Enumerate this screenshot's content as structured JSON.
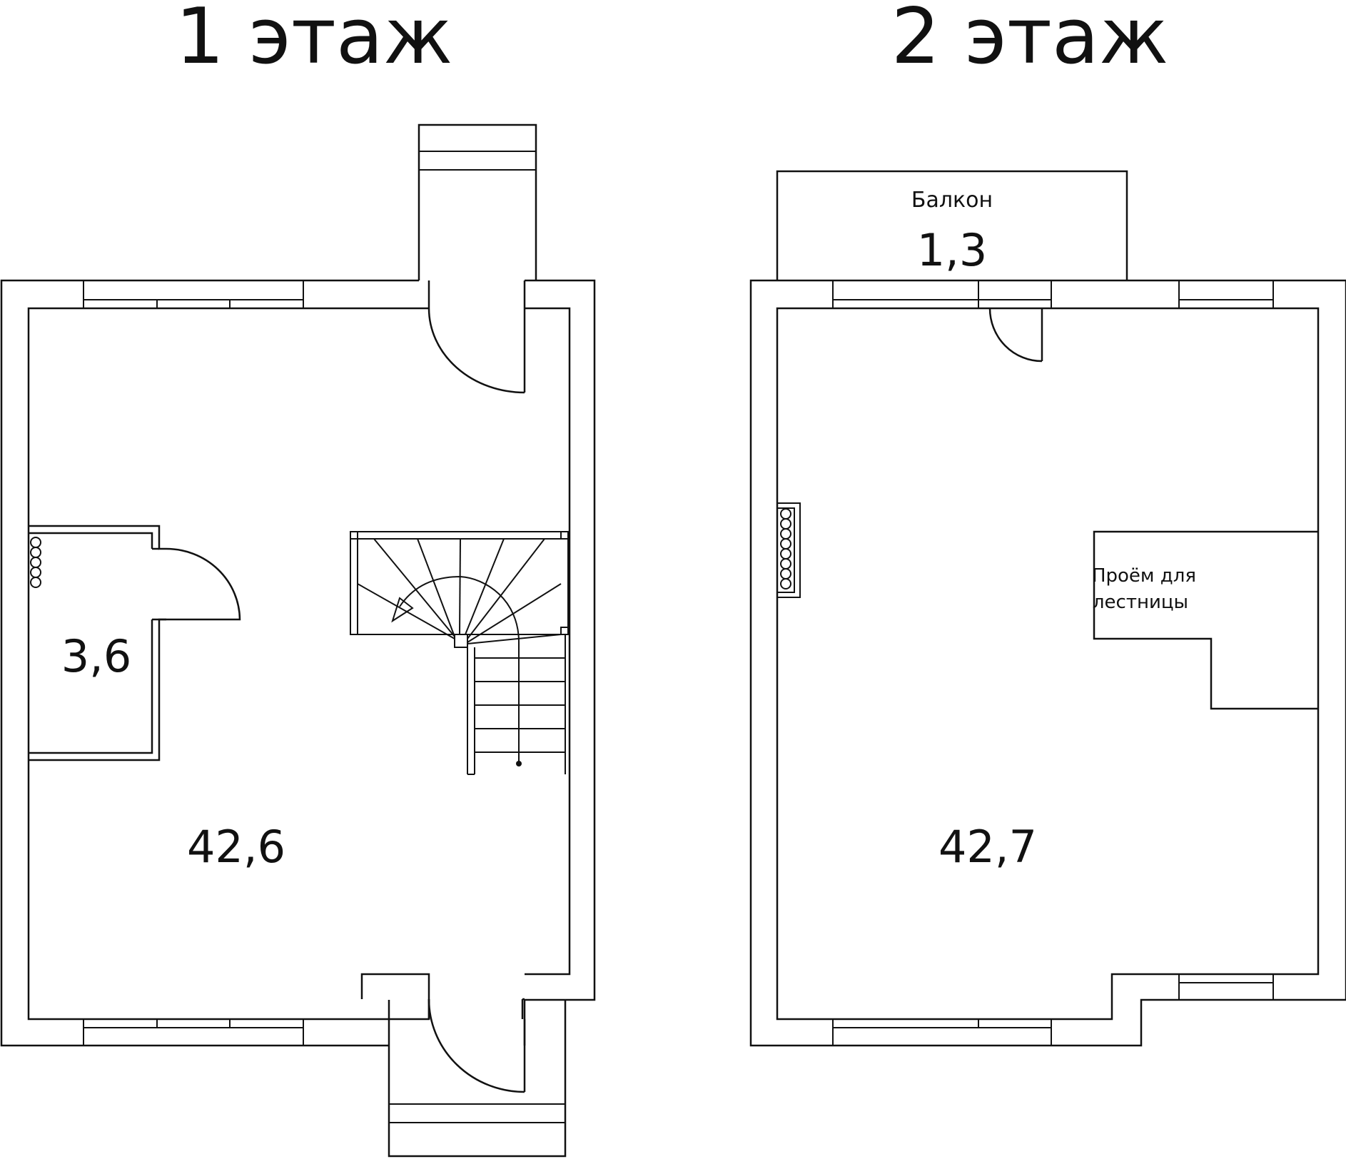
{
  "floor1": {
    "title": "1 этаж",
    "storage_area": "3,6",
    "main_area": "42,6"
  },
  "floor2": {
    "title": "2 этаж",
    "balcony_label": "Балкон",
    "balcony_area": "1,3",
    "opening_label_line1": "Проём для",
    "opening_label_line2": "лестницы",
    "main_area": "42,7"
  },
  "colors": {
    "line": "#111111",
    "background": "#ffffff"
  }
}
